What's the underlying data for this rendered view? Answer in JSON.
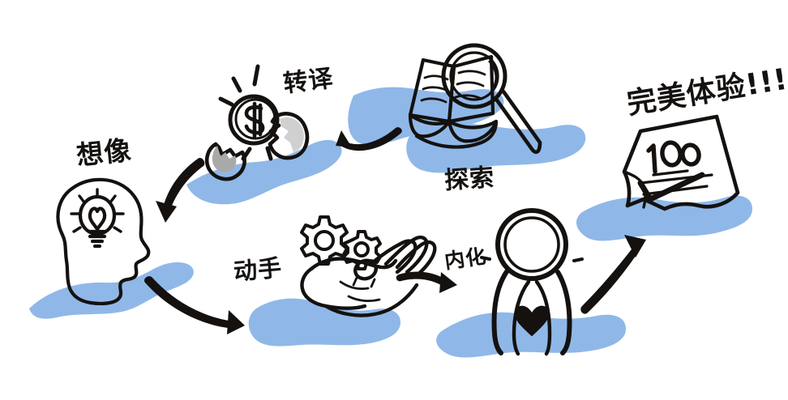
{
  "diagram": {
    "title": "Learning Cycle Hand-drawn Illustration",
    "background_color": "#ffffff",
    "ink_color": "#14110f",
    "accent_color": "#8FB8E8",
    "stages": [
      {
        "id": "imagine",
        "label": "想像",
        "icon": "head-with-lightbulb-icon",
        "order": 1
      },
      {
        "id": "translate",
        "label": "转译",
        "icon": "hatching-egg-coin-icon",
        "order": 2
      },
      {
        "id": "explore",
        "label": "探索",
        "icon": "open-book-magnifier-icon",
        "order": 3
      },
      {
        "id": "hands-on",
        "label": "动手",
        "icon": "hand-with-gears-icon",
        "order": 4
      },
      {
        "id": "internalize",
        "label": "内化",
        "icon": "person-with-heart-icon",
        "order": 5
      },
      {
        "id": "perfect-experience",
        "label": "完美体验!!!",
        "icon": "paper-score-100-checkmark-icon",
        "order": 6
      }
    ],
    "icon_text": {
      "score": "100",
      "coin_symbol": "$"
    },
    "arrows": [
      {
        "id": "explore-to-translate",
        "from": "explore",
        "to": "translate"
      },
      {
        "id": "translate-to-imagine",
        "from": "translate",
        "to": "imagine"
      },
      {
        "id": "imagine-to-hands-on",
        "from": "imagine",
        "to": "hands-on"
      },
      {
        "id": "hands-on-to-internalize",
        "from": "hands-on",
        "to": "internalize"
      },
      {
        "id": "internalize-to-perfect",
        "from": "internalize",
        "to": "perfect-experience"
      }
    ]
  }
}
